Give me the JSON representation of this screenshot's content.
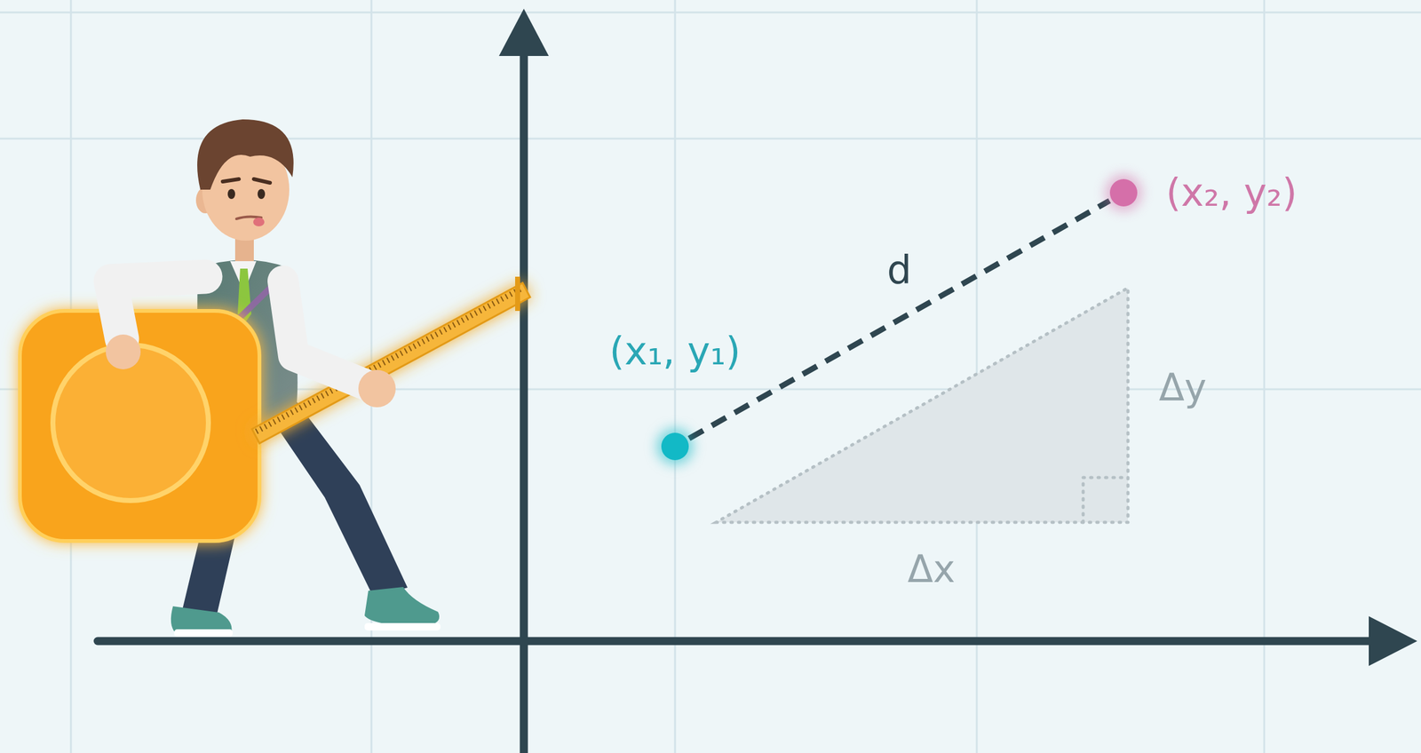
{
  "diagram": {
    "nodes": [
      {
        "text": [
          "(x₁, y₁)"
        ]
      },
      {
        "text": [
          "(x₂, y₂)"
        ]
      }
    ],
    "edges": [
      {
        "from": 0,
        "to": 1,
        "arrow": "none",
        "label": "d"
      }
    ],
    "labels": [
      "Δy",
      "Δx"
    ]
  }
}
